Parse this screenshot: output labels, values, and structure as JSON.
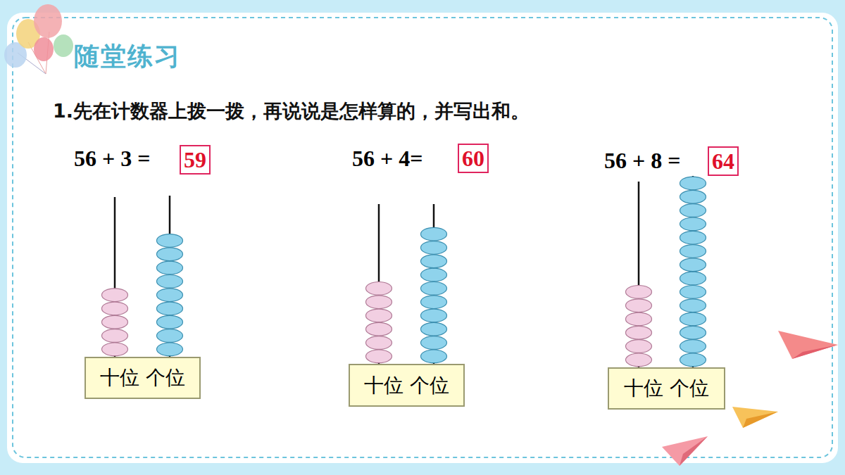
{
  "diagram": {
    "title": "随堂练习",
    "nodes": [
      {
        "text": [
          "59"
        ]
      },
      {
        "text": [
          "60"
        ]
      },
      {
        "text": [
          "64"
        ]
      },
      {
        "text": [
          "十位 个位"
        ]
      },
      {
        "text": [
          "十位 个位"
        ]
      },
      {
        "text": [
          "十位 个位"
        ]
      }
    ],
    "labels": [
      "1.先在计数器上拨一拨，再说说是怎样算的，并写出和。",
      "56 + 3 =",
      "56 + 4=",
      "56 + 8 ="
    ]
  }
}
